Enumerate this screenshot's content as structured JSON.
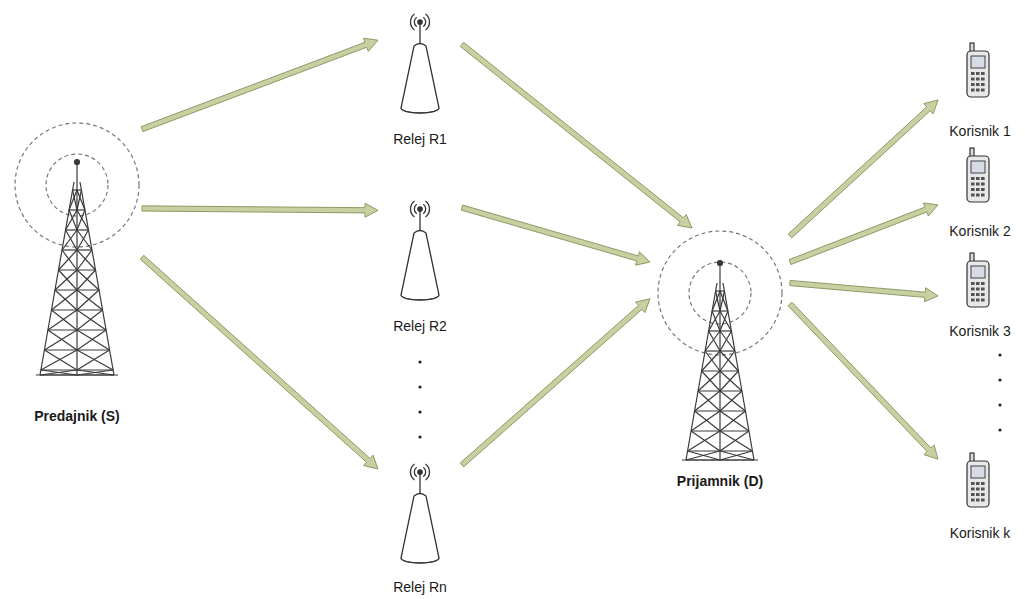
{
  "diagram": {
    "nodes": [
      {
        "text": [
          "Predajnik (S)"
        ]
      },
      {
        "text": [
          "Relej R1"
        ]
      },
      {
        "text": [
          "Relej R2"
        ]
      },
      {
        "text": [
          "Relej Rn"
        ]
      },
      {
        "text": [
          "Prijamnik (D)"
        ]
      },
      {
        "text": [
          "Korisnik 1"
        ]
      },
      {
        "text": [
          "Korisnik 2"
        ]
      },
      {
        "text": [
          "Korisnik 3"
        ]
      },
      {
        "text": [
          "Korisnik k"
        ]
      }
    ],
    "edges": [
      {
        "from": 0,
        "to": 1,
        "arrow": "to"
      },
      {
        "from": 0,
        "to": 2,
        "arrow": "to"
      },
      {
        "from": 0,
        "to": 3,
        "arrow": "to"
      },
      {
        "from": 1,
        "to": 4,
        "arrow": "to"
      },
      {
        "from": 2,
        "to": 4,
        "arrow": "to"
      },
      {
        "from": 3,
        "to": 4,
        "arrow": "to"
      },
      {
        "from": 4,
        "to": 5,
        "arrow": "to"
      },
      {
        "from": 4,
        "to": 6,
        "arrow": "to"
      },
      {
        "from": 4,
        "to": 7,
        "arrow": "to"
      },
      {
        "from": 4,
        "to": 8,
        "arrow": "to"
      }
    ]
  }
}
